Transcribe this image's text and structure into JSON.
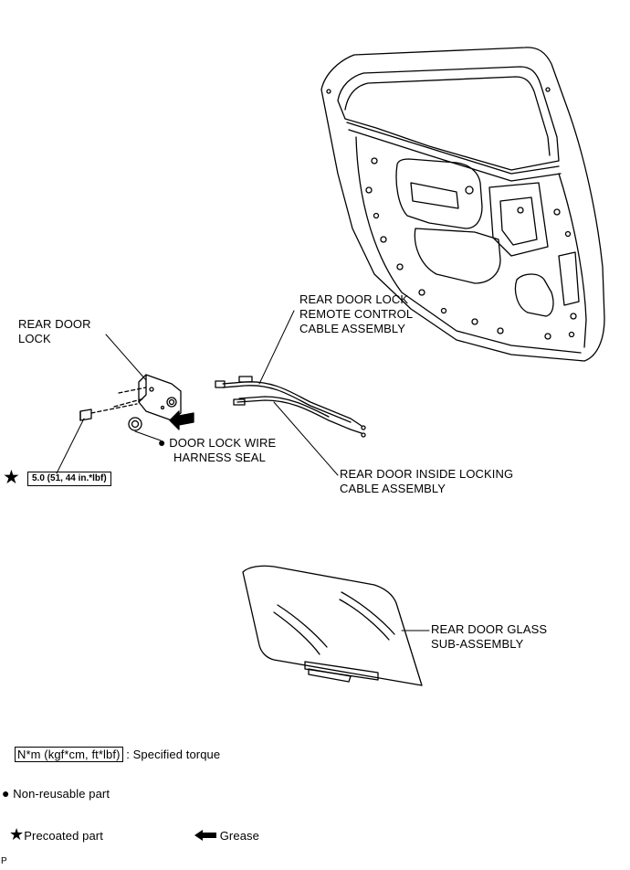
{
  "labels": {
    "rear_door_lock": [
      "REAR DOOR",
      "LOCK"
    ],
    "remote_control_cable": [
      "REAR DOOR LOCK",
      "REMOTE CONTROL",
      "CABLE ASSEMBLY"
    ],
    "wire_harness_seal": [
      "DOOR LOCK WIRE",
      "HARNESS SEAL"
    ],
    "inside_locking_cable": [
      "REAR DOOR INSIDE LOCKING",
      "CABLE ASSEMBLY"
    ],
    "door_glass": [
      "REAR DOOR GLASS",
      "SUB-ASSEMBLY"
    ]
  },
  "torque": {
    "value": "5.0 (51, 44 in.*lbf)"
  },
  "legend": {
    "torque_unit": "N*m (kgf*cm, ft*lbf)",
    "torque_desc": ": Specified torque",
    "non_reusable": "Non-reusable part",
    "precoated": "Precoated part",
    "grease": "Grease"
  },
  "footer": {
    "code": "P"
  },
  "icons": {
    "star": "star-icon",
    "dot": "dot-icon",
    "arrow": "grease-arrow-icon"
  }
}
